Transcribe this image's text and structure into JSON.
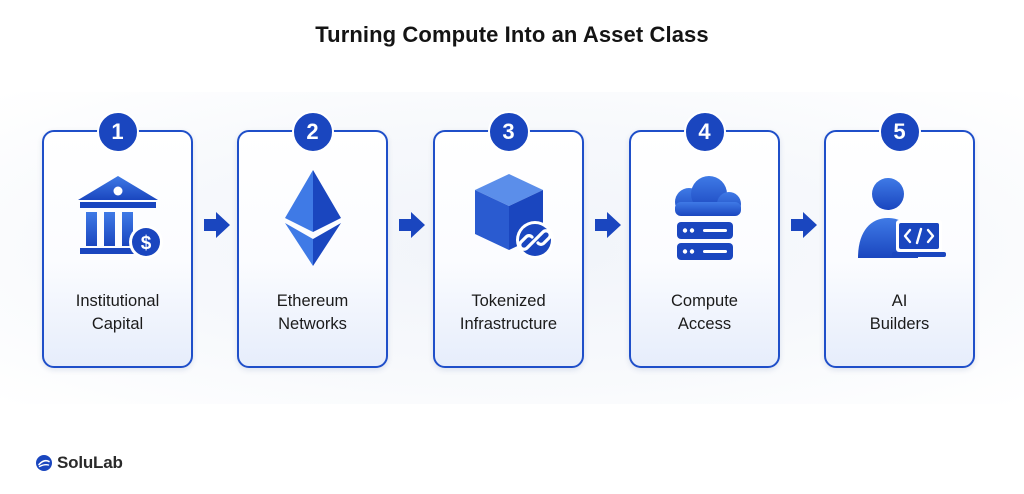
{
  "title": "Turning Compute Into an Asset Class",
  "colors": {
    "accent": "#1a46bf",
    "accent_light": "#3f7ae6",
    "card_border": "#1f4fc9"
  },
  "steps": [
    {
      "number": "1",
      "label_line1": "Institutional",
      "label_line2": "Capital",
      "icon": "bank-dollar-icon"
    },
    {
      "number": "2",
      "label_line1": "Ethereum",
      "label_line2": "Networks",
      "icon": "ethereum-icon"
    },
    {
      "number": "3",
      "label_line1": "Tokenized",
      "label_line2": "Infrastructure",
      "icon": "cube-link-icon"
    },
    {
      "number": "4",
      "label_line1": "Compute",
      "label_line2": "Access",
      "icon": "cloud-server-icon"
    },
    {
      "number": "5",
      "label_line1": "AI",
      "label_line2": "Builders",
      "icon": "developer-laptop-icon"
    }
  ],
  "brand": {
    "name": "SoluLab"
  }
}
